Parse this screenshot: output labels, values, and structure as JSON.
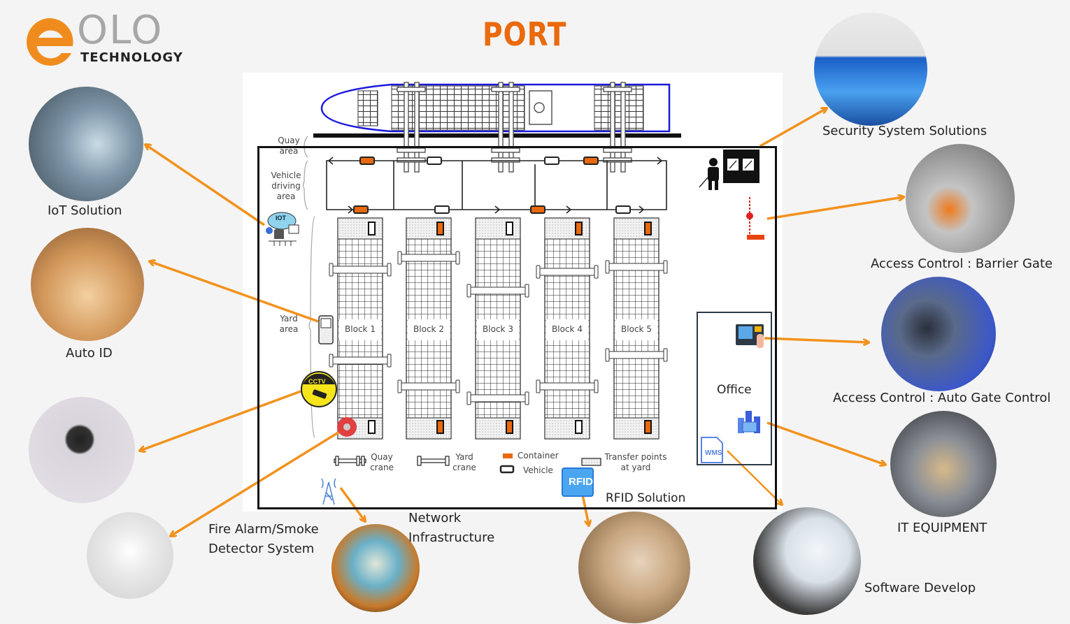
{
  "logo": {
    "prefix_letter": "e",
    "name": "OLO",
    "subtitle": "TECHNOLOGY",
    "brand_color": "#f08c1e"
  },
  "title": "PORT",
  "accent_color": "#f2921d",
  "diagram": {
    "zones": {
      "quay": "Quay area",
      "vehicle": "Vehicle driving area",
      "yard": "Yard area"
    },
    "blocks": [
      "Block 1",
      "Block 2",
      "Block 3",
      "Block 4",
      "Block 5"
    ],
    "office_label": "Office",
    "icons": {
      "iot": "IOT",
      "cctv": "CCTV",
      "rfid": "RFID",
      "wms": "WMS"
    },
    "legend": [
      {
        "label": "Quay crane"
      },
      {
        "label": "Yard crane"
      },
      {
        "label": "Container"
      },
      {
        "label": "Vehicle"
      },
      {
        "label": "Transfer points at yard"
      }
    ],
    "rfid_label": "RFID Solution"
  },
  "solutions": [
    {
      "id": "iot",
      "label": "IoT Solution"
    },
    {
      "id": "autoid",
      "label": "Auto ID"
    },
    {
      "id": "cctv",
      "label": ""
    },
    {
      "id": "fire",
      "label": "Fire Alarm/Smoke Detector System"
    },
    {
      "id": "network",
      "label": "Network Infrastructure"
    },
    {
      "id": "rfid",
      "label": ""
    },
    {
      "id": "software",
      "label": "Software Develop"
    },
    {
      "id": "it",
      "label": "IT EQUIPMENT"
    },
    {
      "id": "autogate",
      "label": "Access Control : Auto Gate Control"
    },
    {
      "id": "barrier",
      "label": "Access Control : Barrier Gate"
    },
    {
      "id": "security",
      "label": "Security System Solutions"
    }
  ],
  "text": {
    "fire_line1": "Fire Alarm/Smoke",
    "fire_line2": "Detector System",
    "net_line1": "Network",
    "net_line2": "Infrastructure"
  }
}
